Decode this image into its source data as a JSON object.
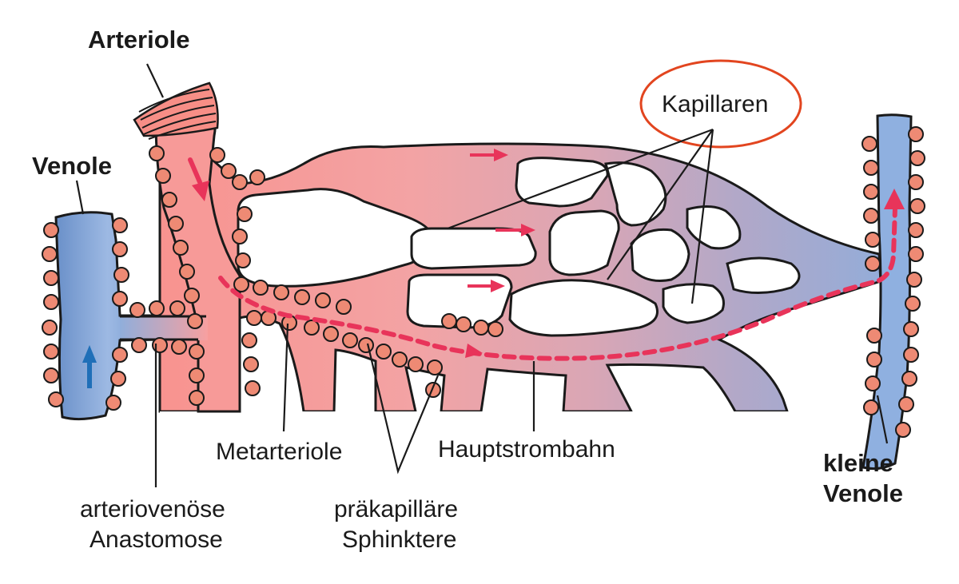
{
  "labels": {
    "arteriole": "Arteriole",
    "venule": "Venole",
    "capillaries": "Kapillaren",
    "metarteriole": "Metarteriole",
    "main_channel": "Hauptstrombahn",
    "small_venule_line1": "kleine",
    "small_venule_line2": "Venole",
    "av_anastomosis_line1": "arteriovenöse",
    "av_anastomosis_line2": "Anastomose",
    "precapillary_line1": "präkapilläre",
    "precapillary_line2": "Sphinktere"
  },
  "colors": {
    "arterial": "#f79a98",
    "venous": "#7fa2d6",
    "outline": "#1a1a1a",
    "flow_arrow": "#e8345a",
    "venous_arrow": "#1f6fb8",
    "highlight_ellipse": "#e2451f",
    "muscle_cells": "#ee8a74"
  }
}
